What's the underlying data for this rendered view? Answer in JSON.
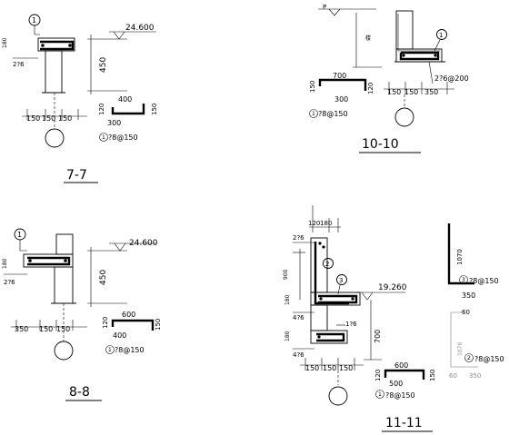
{
  "s77": {
    "mark": "1",
    "dim_top": "180",
    "rebar_left": "2?6",
    "elev": "24.600",
    "height": "450",
    "bottom": [
      "150",
      "150",
      "150"
    ],
    "bar": [
      "400",
      "120",
      "150",
      "300"
    ],
    "callout_mark": "1",
    "callout_text": "?8@150",
    "title": "7-7"
  },
  "s1010": {
    "p": "P",
    "vert": "楼",
    "mark": "1",
    "bar": [
      "700",
      "150",
      "120",
      "300"
    ],
    "callout_mark": "1",
    "callout_text": "?8@150",
    "bottom": [
      "150",
      "150",
      "350"
    ],
    "rebar_right": "2?6@200",
    "title": "10-10"
  },
  "s88": {
    "mark": "1",
    "dim_top": "180",
    "rebar_left": "2?6",
    "elev": "24.600",
    "height": "450",
    "bottom": [
      "350",
      "150",
      "150"
    ],
    "bar": [
      "600",
      "120",
      "150",
      "400"
    ],
    "callout_mark": "1",
    "callout_text": "?8@150",
    "title": "8-8"
  },
  "s1111": {
    "top_dims": [
      "120",
      "180"
    ],
    "rebar1": "2?6",
    "dim900": "900",
    "mark2": "2",
    "mark3": "3",
    "dim180a": "180",
    "elev": "19.260",
    "rebar2": "4?6",
    "rebar3": "1?6",
    "dim700": "700",
    "dim180b": "180",
    "rebar4": "4?6",
    "bottom": [
      "150",
      "150",
      "150"
    ],
    "bar1": [
      "600",
      "120",
      "150",
      "500"
    ],
    "callout1_mark": "1",
    "callout1_text": "?8@150",
    "bar2": [
      "1070",
      "350"
    ],
    "callout2_mark": "3",
    "callout2_text": "?8@150",
    "bar3": [
      "60",
      "1070",
      "350",
      "60"
    ],
    "callout3_mark": "2",
    "callout3_text": "?8@150",
    "title": "11-11"
  }
}
